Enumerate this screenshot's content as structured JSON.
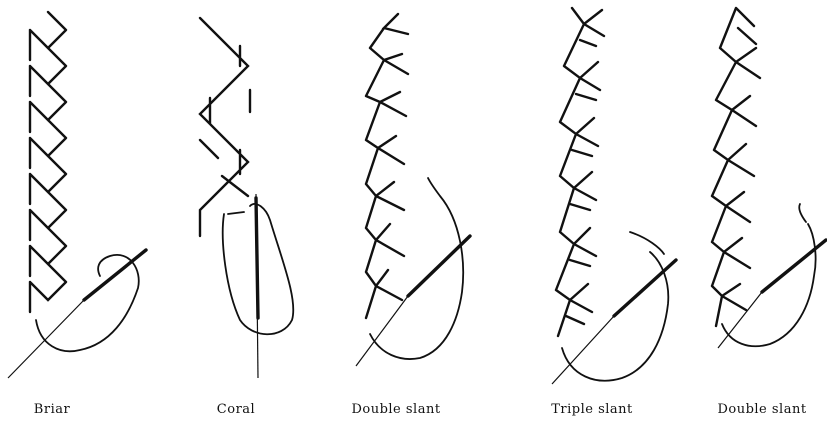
{
  "figure": {
    "panels": [
      {
        "id": "briar",
        "caption": "Briar"
      },
      {
        "id": "coral",
        "caption": "Coral"
      },
      {
        "id": "double-slant-1",
        "caption": "Double slant"
      },
      {
        "id": "triple-slant",
        "caption": "Triple slant"
      },
      {
        "id": "double-slant-2",
        "caption": "Double slant"
      }
    ],
    "colors": {
      "ink": "#111111",
      "paper": "#ffffff"
    }
  }
}
